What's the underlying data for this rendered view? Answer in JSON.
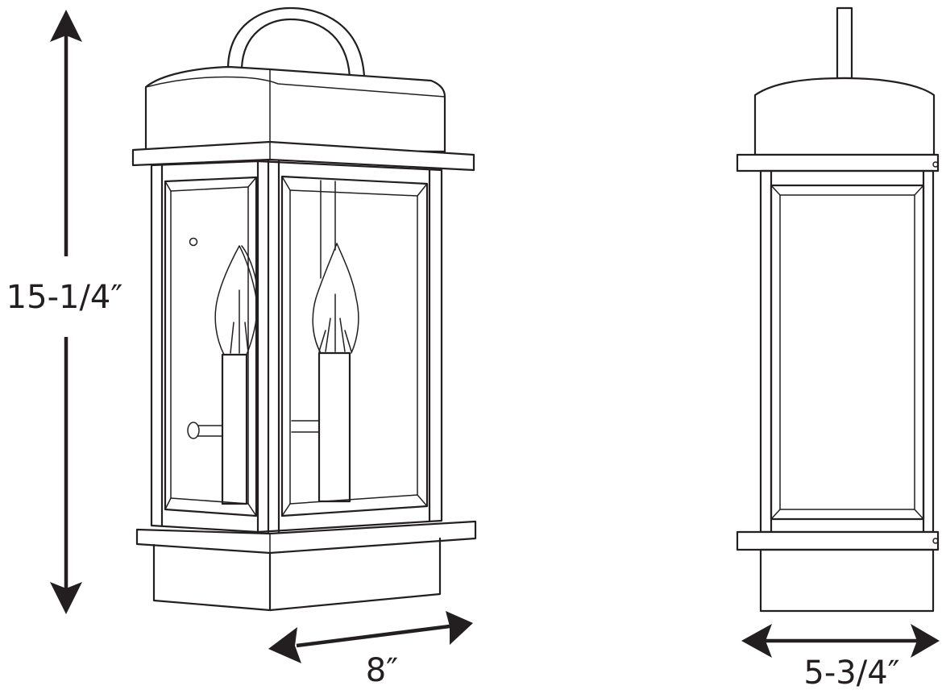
{
  "dimensions": {
    "height": "15-1/4″",
    "width": "8″",
    "depth": "5-3/4″"
  },
  "colors": {
    "line": "#231f20",
    "background": "#ffffff"
  }
}
